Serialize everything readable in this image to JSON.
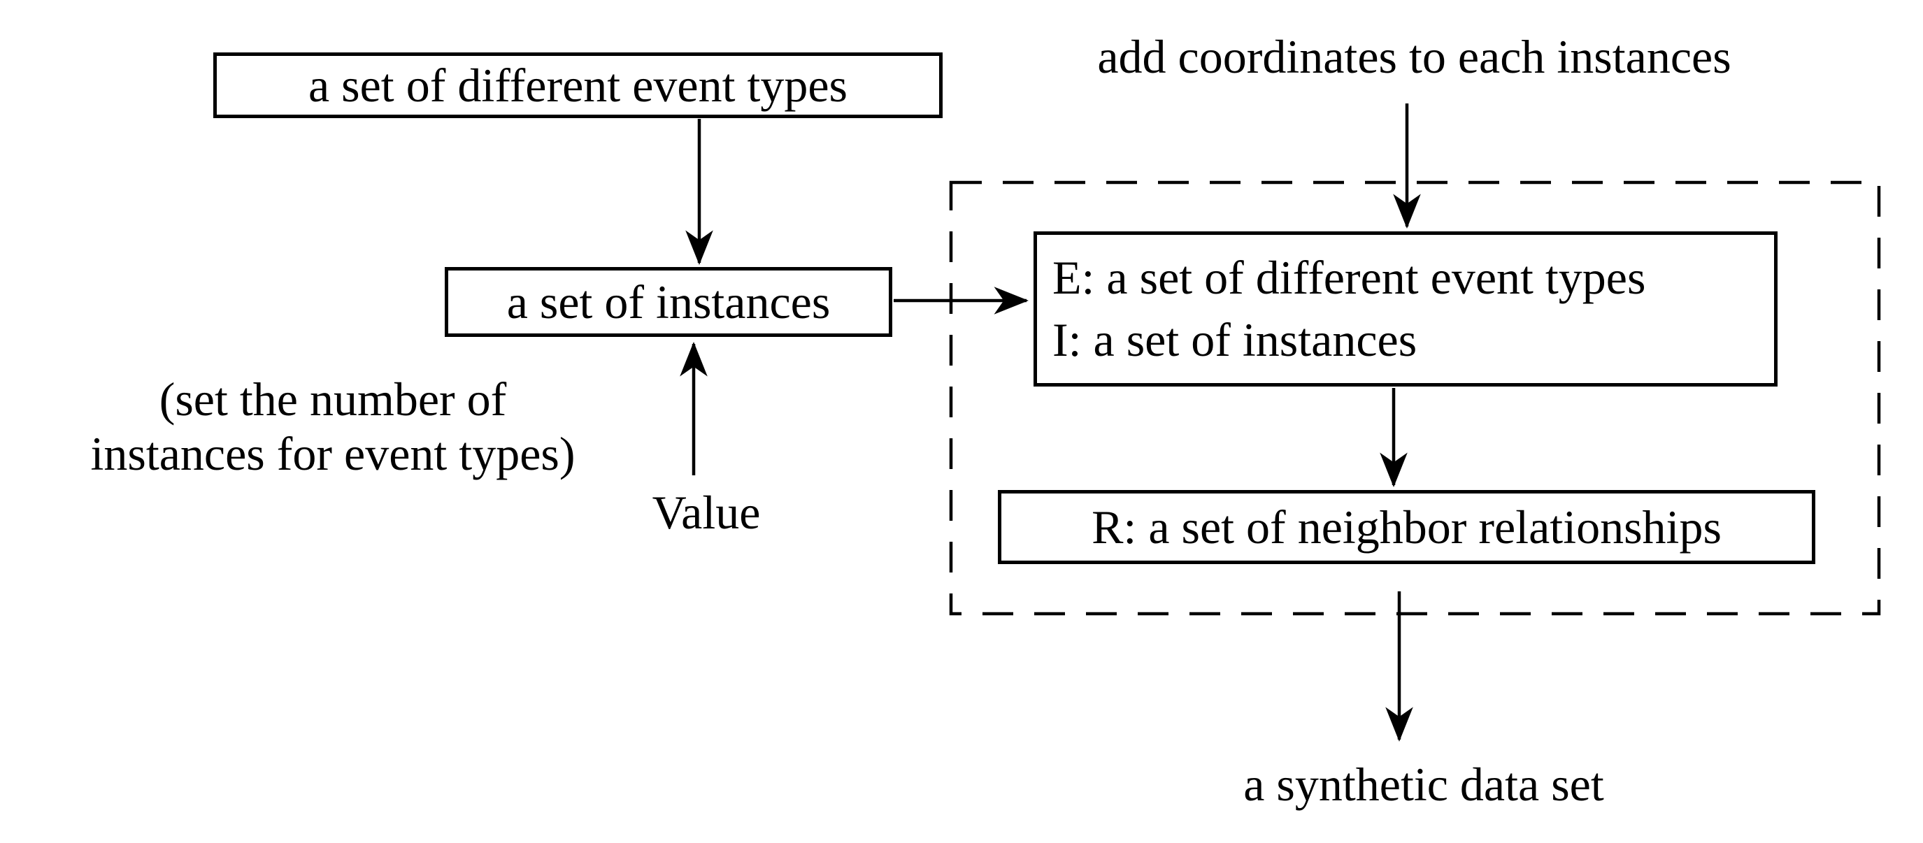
{
  "colors": {
    "background": "#ffffff",
    "ink": "#000000"
  },
  "nodes": {
    "event_types": {
      "label": "a set of different event types"
    },
    "instances": {
      "label": "a set of instances"
    },
    "ei": {
      "line1": "E: a set of different event types",
      "line2": "I: a set of instances"
    },
    "r": {
      "label": "R: a set of neighbor relationships"
    }
  },
  "captions": {
    "set_number_line1": "(set the number of",
    "set_number_line2": "instances for event types)",
    "value": "Value",
    "add_coordinates": "add coordinates to each instances",
    "synthetic": "a synthetic data set"
  },
  "arrows": [
    {
      "name": "event-types-to-instances",
      "direction": "down"
    },
    {
      "name": "value-to-instances",
      "direction": "up"
    },
    {
      "name": "instances-to-ei",
      "direction": "right"
    },
    {
      "name": "add-coordinates-to-ei",
      "direction": "down"
    },
    {
      "name": "ei-to-r",
      "direction": "down"
    },
    {
      "name": "dashed-group-to-synthetic",
      "direction": "down"
    }
  ]
}
